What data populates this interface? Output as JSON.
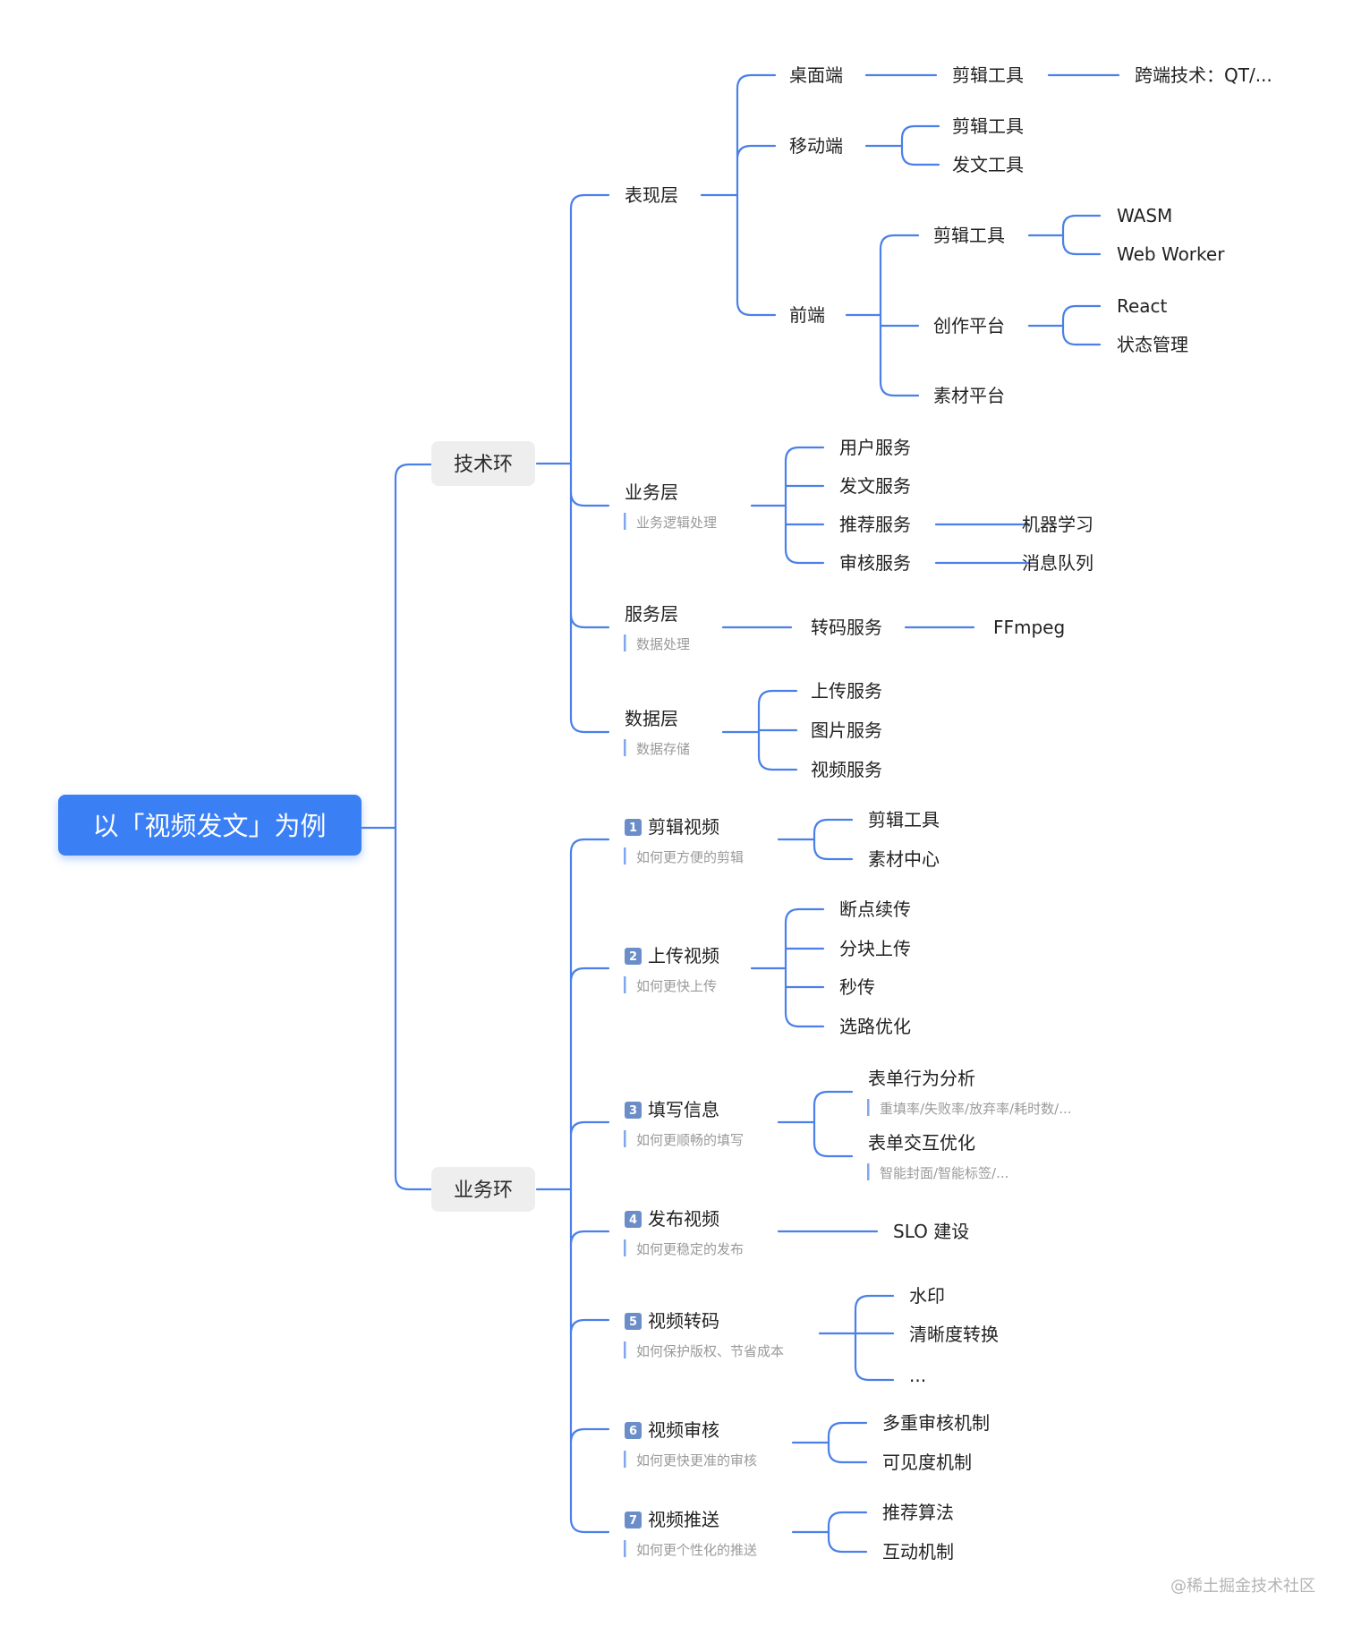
{
  "theme": {
    "line": "#4a80e8",
    "root_fill": "#3b7ff5",
    "pill_fill": "#eeeeee",
    "note_bar": "#7fa6ee",
    "badge": "#6b8ec9"
  },
  "root": {
    "label": "以「视频发文」为例"
  },
  "tech": {
    "label": "技术环",
    "presentation": {
      "label": "表现层",
      "desktop": {
        "label": "桌面端",
        "tool": "剪辑工具",
        "tech": "跨端技术：QT/..."
      },
      "mobile": {
        "label": "移动端",
        "edit": "剪辑工具",
        "post": "发文工具"
      },
      "frontend": {
        "label": "前端",
        "edit": {
          "label": "剪辑工具",
          "wasm": "WASM",
          "worker": "Web Worker"
        },
        "creator": {
          "label": "创作平台",
          "react": "React",
          "state": "状态管理"
        },
        "material": "素材平台"
      }
    },
    "business": {
      "label": "业务层",
      "note": "业务逻辑处理",
      "user": "用户服务",
      "post": "发文服务",
      "recommend": "推荐服务",
      "ml": "机器学习",
      "review": "审核服务",
      "mq": "消息队列"
    },
    "service": {
      "label": "服务层",
      "note": "数据处理",
      "transcode": "转码服务",
      "ffmpeg": "FFmpeg"
    },
    "data": {
      "label": "数据层",
      "note": "数据存储",
      "upload": "上传服务",
      "image": "图片服务",
      "video": "视频服务"
    }
  },
  "biz": {
    "label": "业务环",
    "edit": {
      "num": "1",
      "label": "剪辑视频",
      "note": "如何更方便的剪辑",
      "tool": "剪辑工具",
      "material": "素材中心"
    },
    "upload": {
      "num": "2",
      "label": "上传视频",
      "note": "如何更快上传",
      "resume": "断点续传",
      "chunk": "分块上传",
      "instant": "秒传",
      "route": "选路优化"
    },
    "fill": {
      "num": "3",
      "label": "填写信息",
      "note": "如何更顺畅的填写",
      "analysis": "表单行为分析",
      "analysis_note": "重填率/失败率/放弃率/耗时数/...",
      "interact": "表单交互优化",
      "interact_note": "智能封面/智能标签/..."
    },
    "publish": {
      "num": "4",
      "label": "发布视频",
      "note": "如何更稳定的发布",
      "slo": "SLO 建设"
    },
    "transcode": {
      "num": "5",
      "label": "视频转码",
      "note": "如何保护版权、节省成本",
      "watermark": "水印",
      "clarity": "清晰度转换",
      "more": "..."
    },
    "review": {
      "num": "6",
      "label": "视频审核",
      "note": "如何更快更准的审核",
      "multi": "多重审核机制",
      "visibility": "可见度机制"
    },
    "push": {
      "num": "7",
      "label": "视频推送",
      "note": "如何更个性化的推送",
      "algo": "推荐算法",
      "interact": "互动机制"
    }
  },
  "watermark": "@稀土掘金技术社区"
}
